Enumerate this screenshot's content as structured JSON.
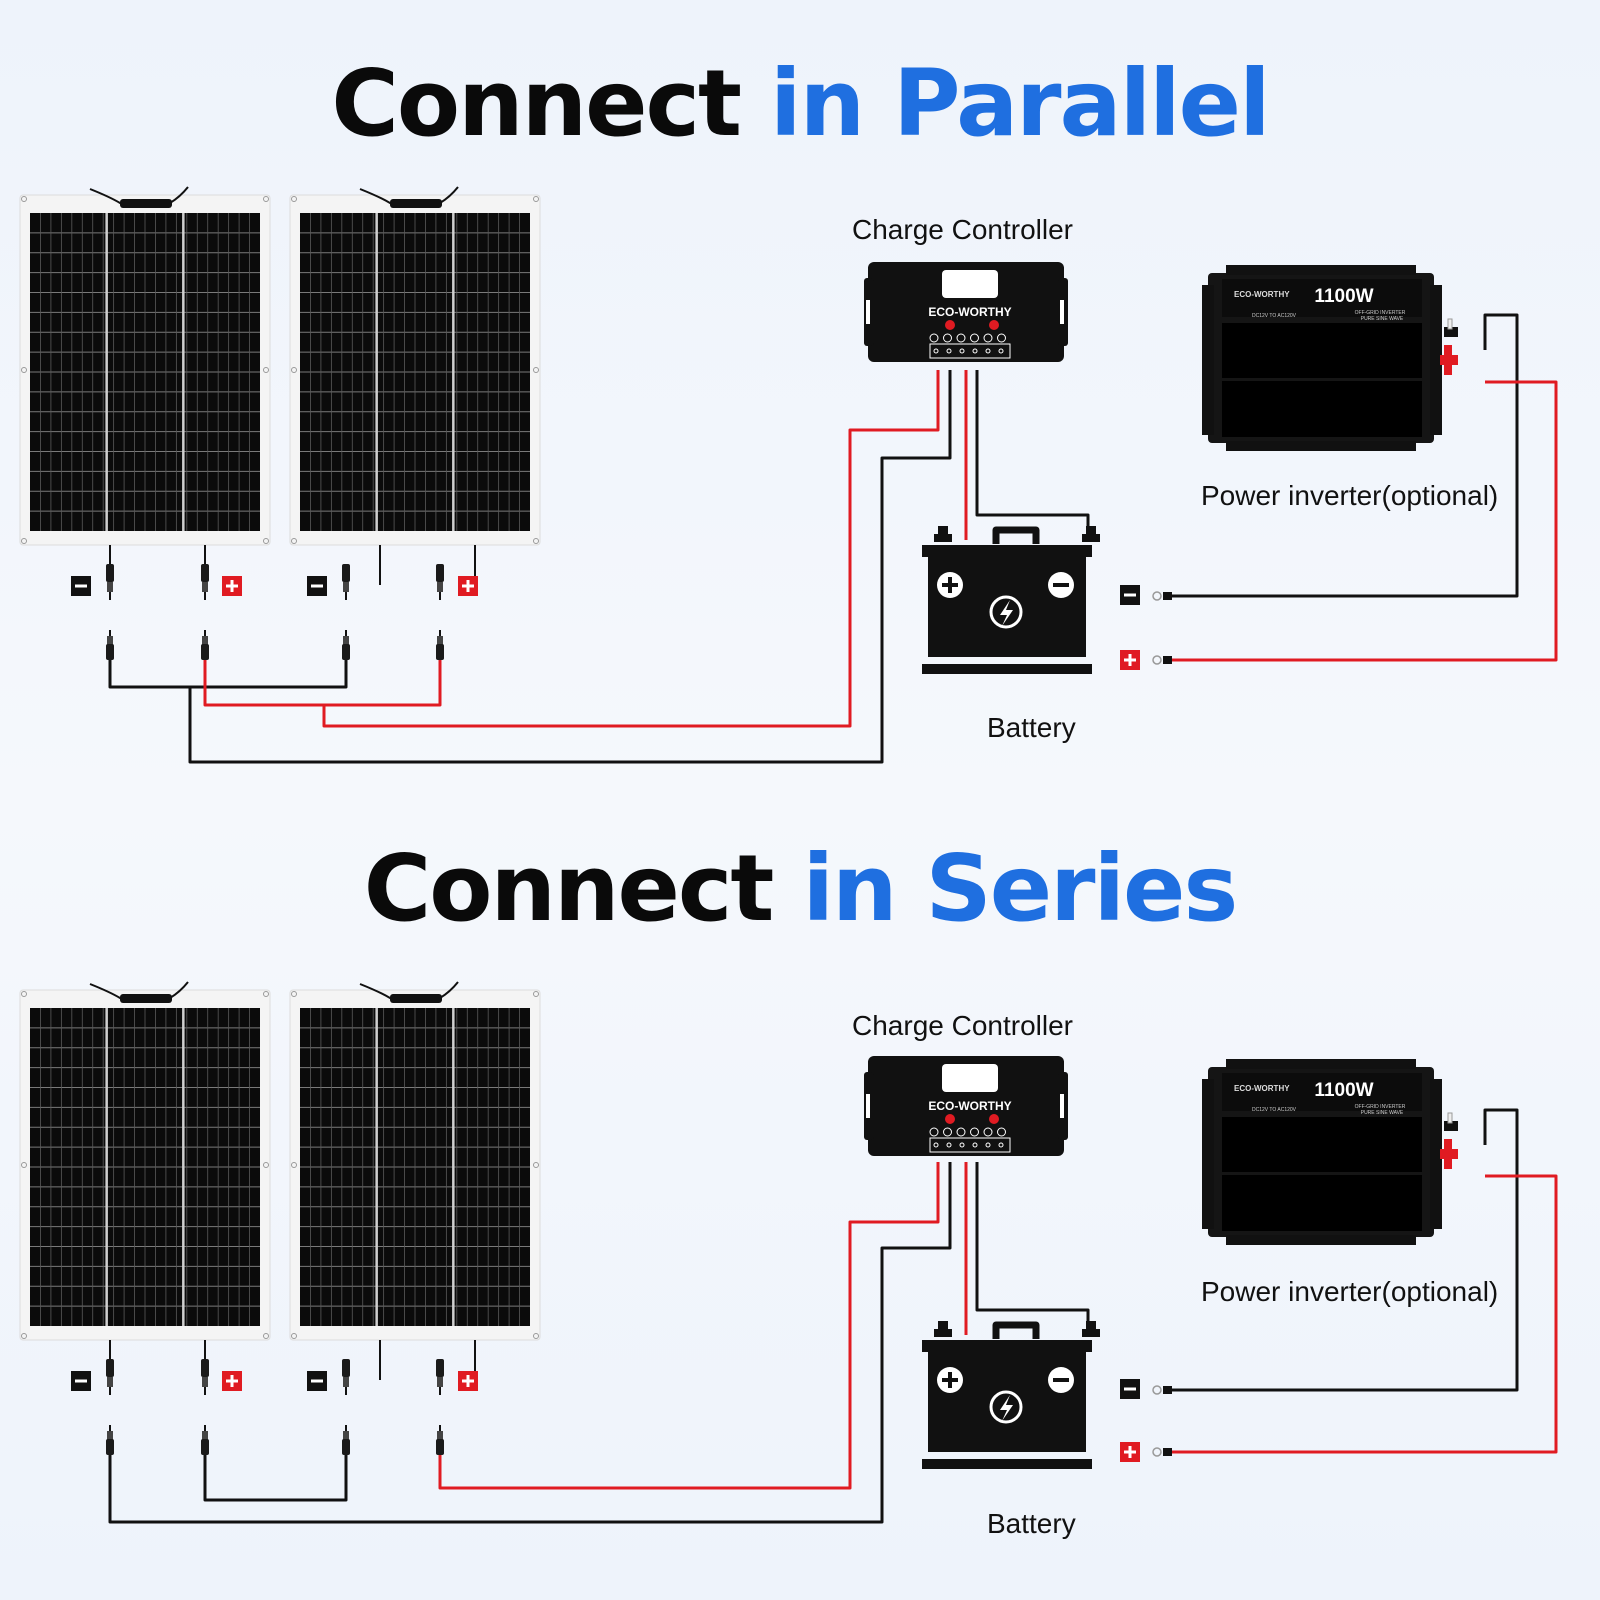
{
  "colors": {
    "accent_blue": "#1f6fe0",
    "wire_red": "#e01b22",
    "wire_black": "#111111",
    "panel_cell": "#0b0b0b",
    "panel_frame": "#f4f4f4"
  },
  "icons": [
    "solar-panel-icon",
    "mc4-connector-icon",
    "charge-controller-icon",
    "battery-icon",
    "lightning-icon",
    "inverter-icon",
    "minus-icon",
    "plus-icon"
  ],
  "sections": [
    {
      "id": "parallel",
      "title_black": "Connect",
      "title_blue": "in Parallel",
      "labels": {
        "controller": "Charge Controller",
        "inverter": "Power inverter(optional)",
        "battery": "Battery"
      },
      "controller_brand": "ECO-WORTHY",
      "inverter": {
        "brand": "ECO-WORTHY",
        "wattage": "1100W",
        "spec_line": "DC12V TO AC120V",
        "type_line_1": "OFF-GRID INVERTER",
        "type_line_2": "PURE SINE WAVE"
      }
    },
    {
      "id": "series",
      "title_black": "Connect",
      "title_blue": "in Series",
      "labels": {
        "controller": "Charge Controller",
        "inverter": "Power inverter(optional)",
        "battery": "Battery"
      },
      "controller_brand": "ECO-WORTHY",
      "inverter": {
        "brand": "ECO-WORTHY",
        "wattage": "1100W",
        "spec_line": "DC12V TO AC120V",
        "type_line_1": "OFF-GRID INVERTER",
        "type_line_2": "PURE SINE WAVE"
      }
    }
  ]
}
